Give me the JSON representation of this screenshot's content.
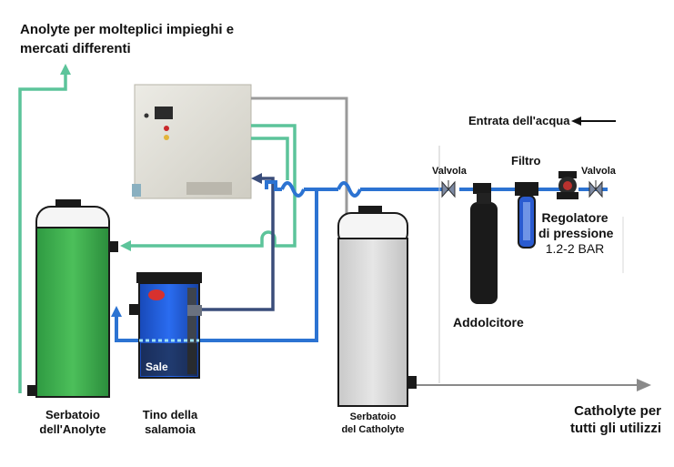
{
  "title_lines": [
    "Anolyte per molteplici impieghi e",
    "mercati differenti"
  ],
  "water_inlet": "Entrata dell'acqua",
  "valve_left": "Valvola",
  "valve_right": "Valvola",
  "filter": "Filtro",
  "regulator": [
    "Regolatore",
    "di pressione",
    "1.2-2 BAR"
  ],
  "softener": "Addolcitore",
  "salt": "Sale",
  "anolyte_tank": [
    "Serbatoio",
    "dell'Anolyte"
  ],
  "brine_tank": [
    "Tino della",
    "salamoia"
  ],
  "catholyte_tank": [
    "Serbatoio",
    "del Catholyte"
  ],
  "catholyte_out": [
    "Catholyte per",
    "tutti gli utilizzi"
  ],
  "colors": {
    "anolyte_line": "#5cc49a",
    "water_line": "#2c73d2",
    "brine_line": "#3a4d7a",
    "catholyte_line": "#8a8a8a",
    "anolyte_tank": "#35a84a",
    "brine_tank": "#1f5bd6",
    "softener": "#1a1a1a",
    "unit_panel": "#e2e0d8"
  },
  "icons": [
    "arrow-left-icon",
    "valve-icon",
    "pressure-gauge-icon",
    "arrow-right-icon",
    "arrow-up-icon"
  ]
}
